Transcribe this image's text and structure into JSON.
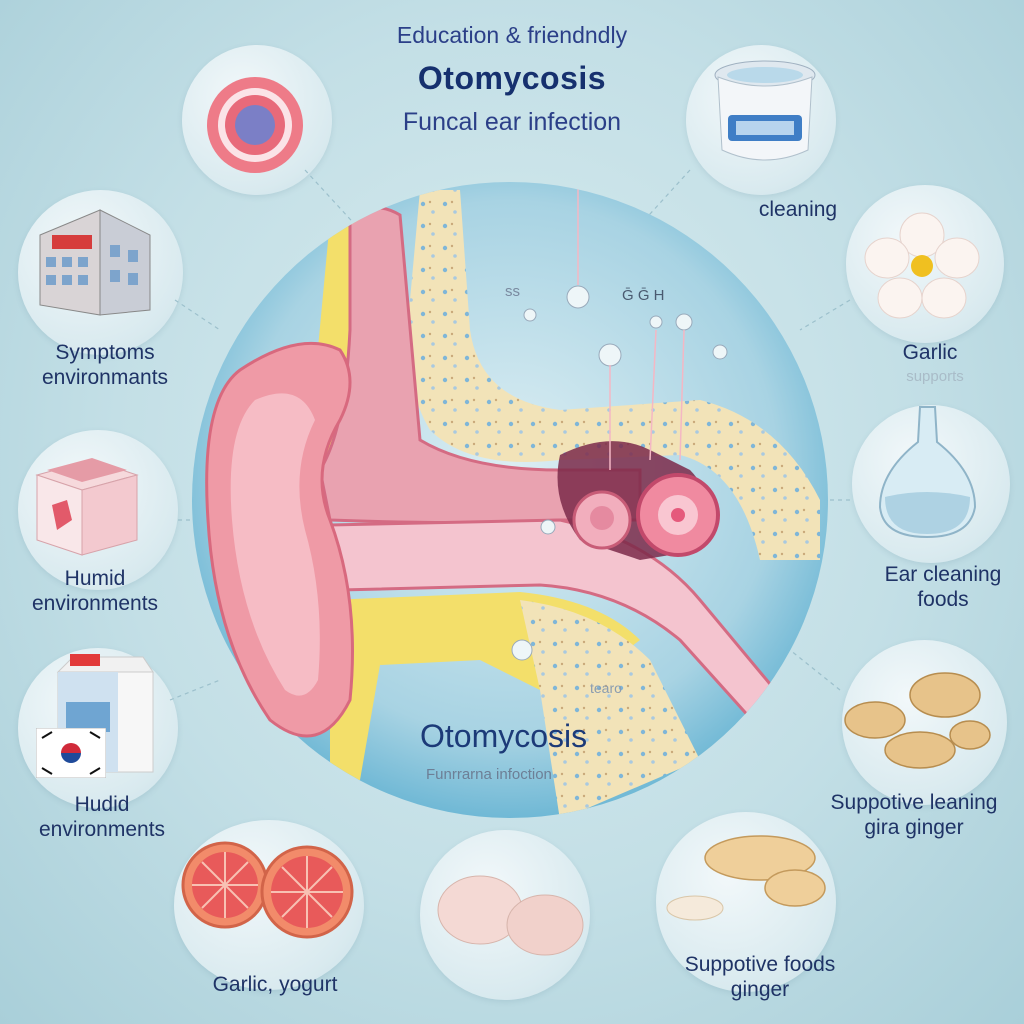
{
  "header": {
    "edu": "Education & friendndly",
    "title": "Otomycosis",
    "subtitle": "Funcal ear infection"
  },
  "center": {
    "title": "Otomycosis",
    "subtitle": "Funrrarna infoction",
    "marks": [
      "ss",
      "Ḡ Ḡ H",
      "tearo"
    ]
  },
  "left": {
    "symptoms": [
      "Symptoms",
      "environmants"
    ],
    "humid1": [
      "Humid",
      "environments"
    ],
    "humid2": [
      "Hudid",
      "environments"
    ],
    "garlic_yogurt": "Garlic, yogurt"
  },
  "right": {
    "cleaning": "cleaning",
    "garlic": "Garlic",
    "garlic_faint": "supports",
    "ear_cleaning": [
      "Ear cleaning",
      "foods"
    ],
    "supportive_ginger": [
      "Suppotive leaning",
      "gira ginger"
    ],
    "supportive_foods": [
      "Suppotive foods",
      "ginger"
    ]
  },
  "icons": [
    "ear-canal-icon",
    "jar-icon",
    "building-icon",
    "flower-icon",
    "box-icon",
    "oil-drop-icon",
    "carton-icon",
    "korea-flag-icon",
    "ginger-icon",
    "grapefruit-icon",
    "garlic-icon",
    "ginger-root-icon"
  ],
  "colors": {
    "title": "#16306e",
    "accent": "#e86a7a",
    "background": "#c3dfe6"
  }
}
